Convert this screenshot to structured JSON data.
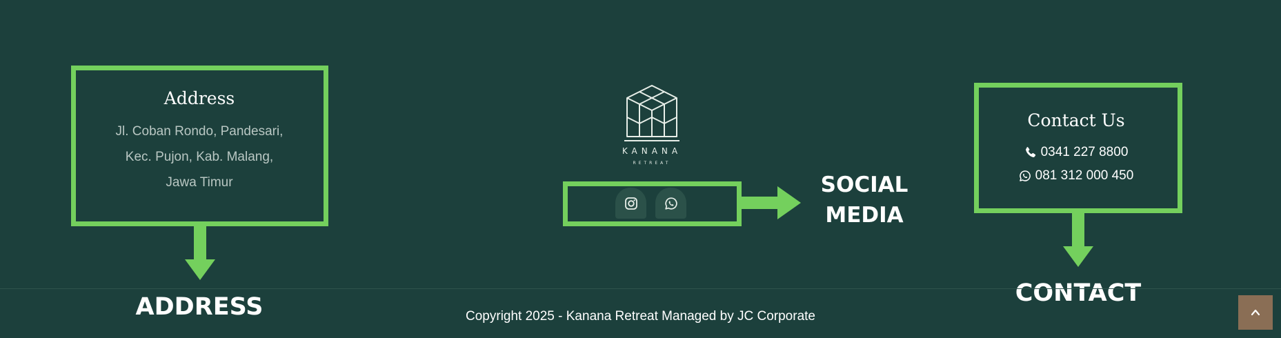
{
  "address": {
    "title": "Address",
    "lines": [
      "Jl. Coban Rondo, Pandesari,",
      "Kec. Pujon, Kab. Malang,",
      "Jawa Timur"
    ]
  },
  "logo": {
    "name": "KANANA",
    "tagline": "RETREAT"
  },
  "social": {
    "icons": [
      "instagram-icon",
      "whatsapp-icon"
    ]
  },
  "contact": {
    "title": "Contact Us",
    "phone": "0341 227 8800",
    "whatsapp": "081 312 000 450"
  },
  "annotations": {
    "address": "ADDRESS",
    "social_line1": "SOCIAL",
    "social_line2": "MEDIA",
    "contact": "CONTACT"
  },
  "footer": {
    "copyright": "Copyright 2025 - Kanana Retreat Managed by JC Corporate"
  },
  "colors": {
    "background": "#1c403c",
    "highlight": "#74d05d",
    "scroll_button": "#8a6e55"
  }
}
